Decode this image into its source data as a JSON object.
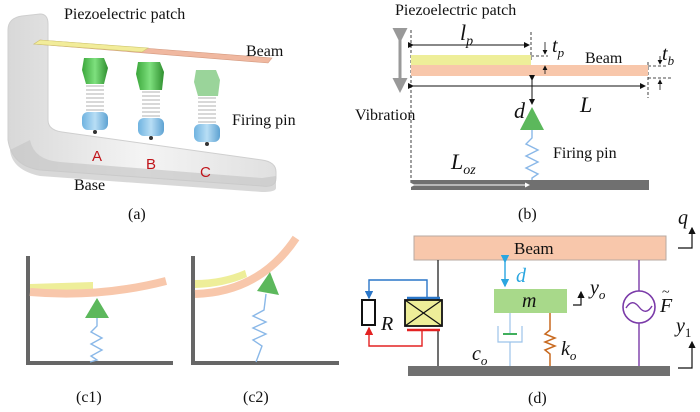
{
  "panels": {
    "a": {
      "caption": "(a)",
      "labels": {
        "piezo_patch": "Piezoelectric patch",
        "beam": "Beam",
        "firing_pin": "Firing pin",
        "base": "Base"
      },
      "pin_positions": [
        "A",
        "B",
        "C"
      ]
    },
    "b": {
      "caption": "(b)",
      "labels": {
        "piezo_patch": "Piezoelectric patch",
        "beam": "Beam",
        "vibration": "Vibration",
        "firing_pin": "Firing pin"
      },
      "symbols": {
        "lp": "l",
        "lp_sub": "p",
        "tp": "t",
        "tp_sub": "p",
        "tb": "t",
        "tb_sub": "b",
        "L": "L",
        "d": "d",
        "Loz": "L",
        "Loz_sub": "oz"
      }
    },
    "c1": {
      "caption": "(c1)"
    },
    "c2": {
      "caption": "(c2)"
    },
    "d": {
      "caption": "(d)",
      "labels": {
        "beam": "Beam",
        "mass": "m",
        "R": "R",
        "d": "d",
        "yo": "y",
        "yo_sub": "o",
        "y1": "y",
        "y1_sub": "1",
        "q": "q",
        "co": "c",
        "co_sub": "o",
        "ko": "k",
        "ko_sub": "o",
        "F": "F",
        "F_accent": "~"
      }
    }
  },
  "colors": {
    "piezo": "#eeee99",
    "beam": "#f8c7ab",
    "pin": "#5cb85c",
    "spring": "#8ab8e8",
    "ground": "#707070",
    "d_arrow": "#2aa6e0",
    "mass": "#a8d98a",
    "damper": "#9cc3ea",
    "spring_ko": "#c86a20",
    "source": "#7a3aa8",
    "wire_blue": "#2a76c8",
    "wire_red": "#e32222",
    "label_red": "#c0151b"
  }
}
